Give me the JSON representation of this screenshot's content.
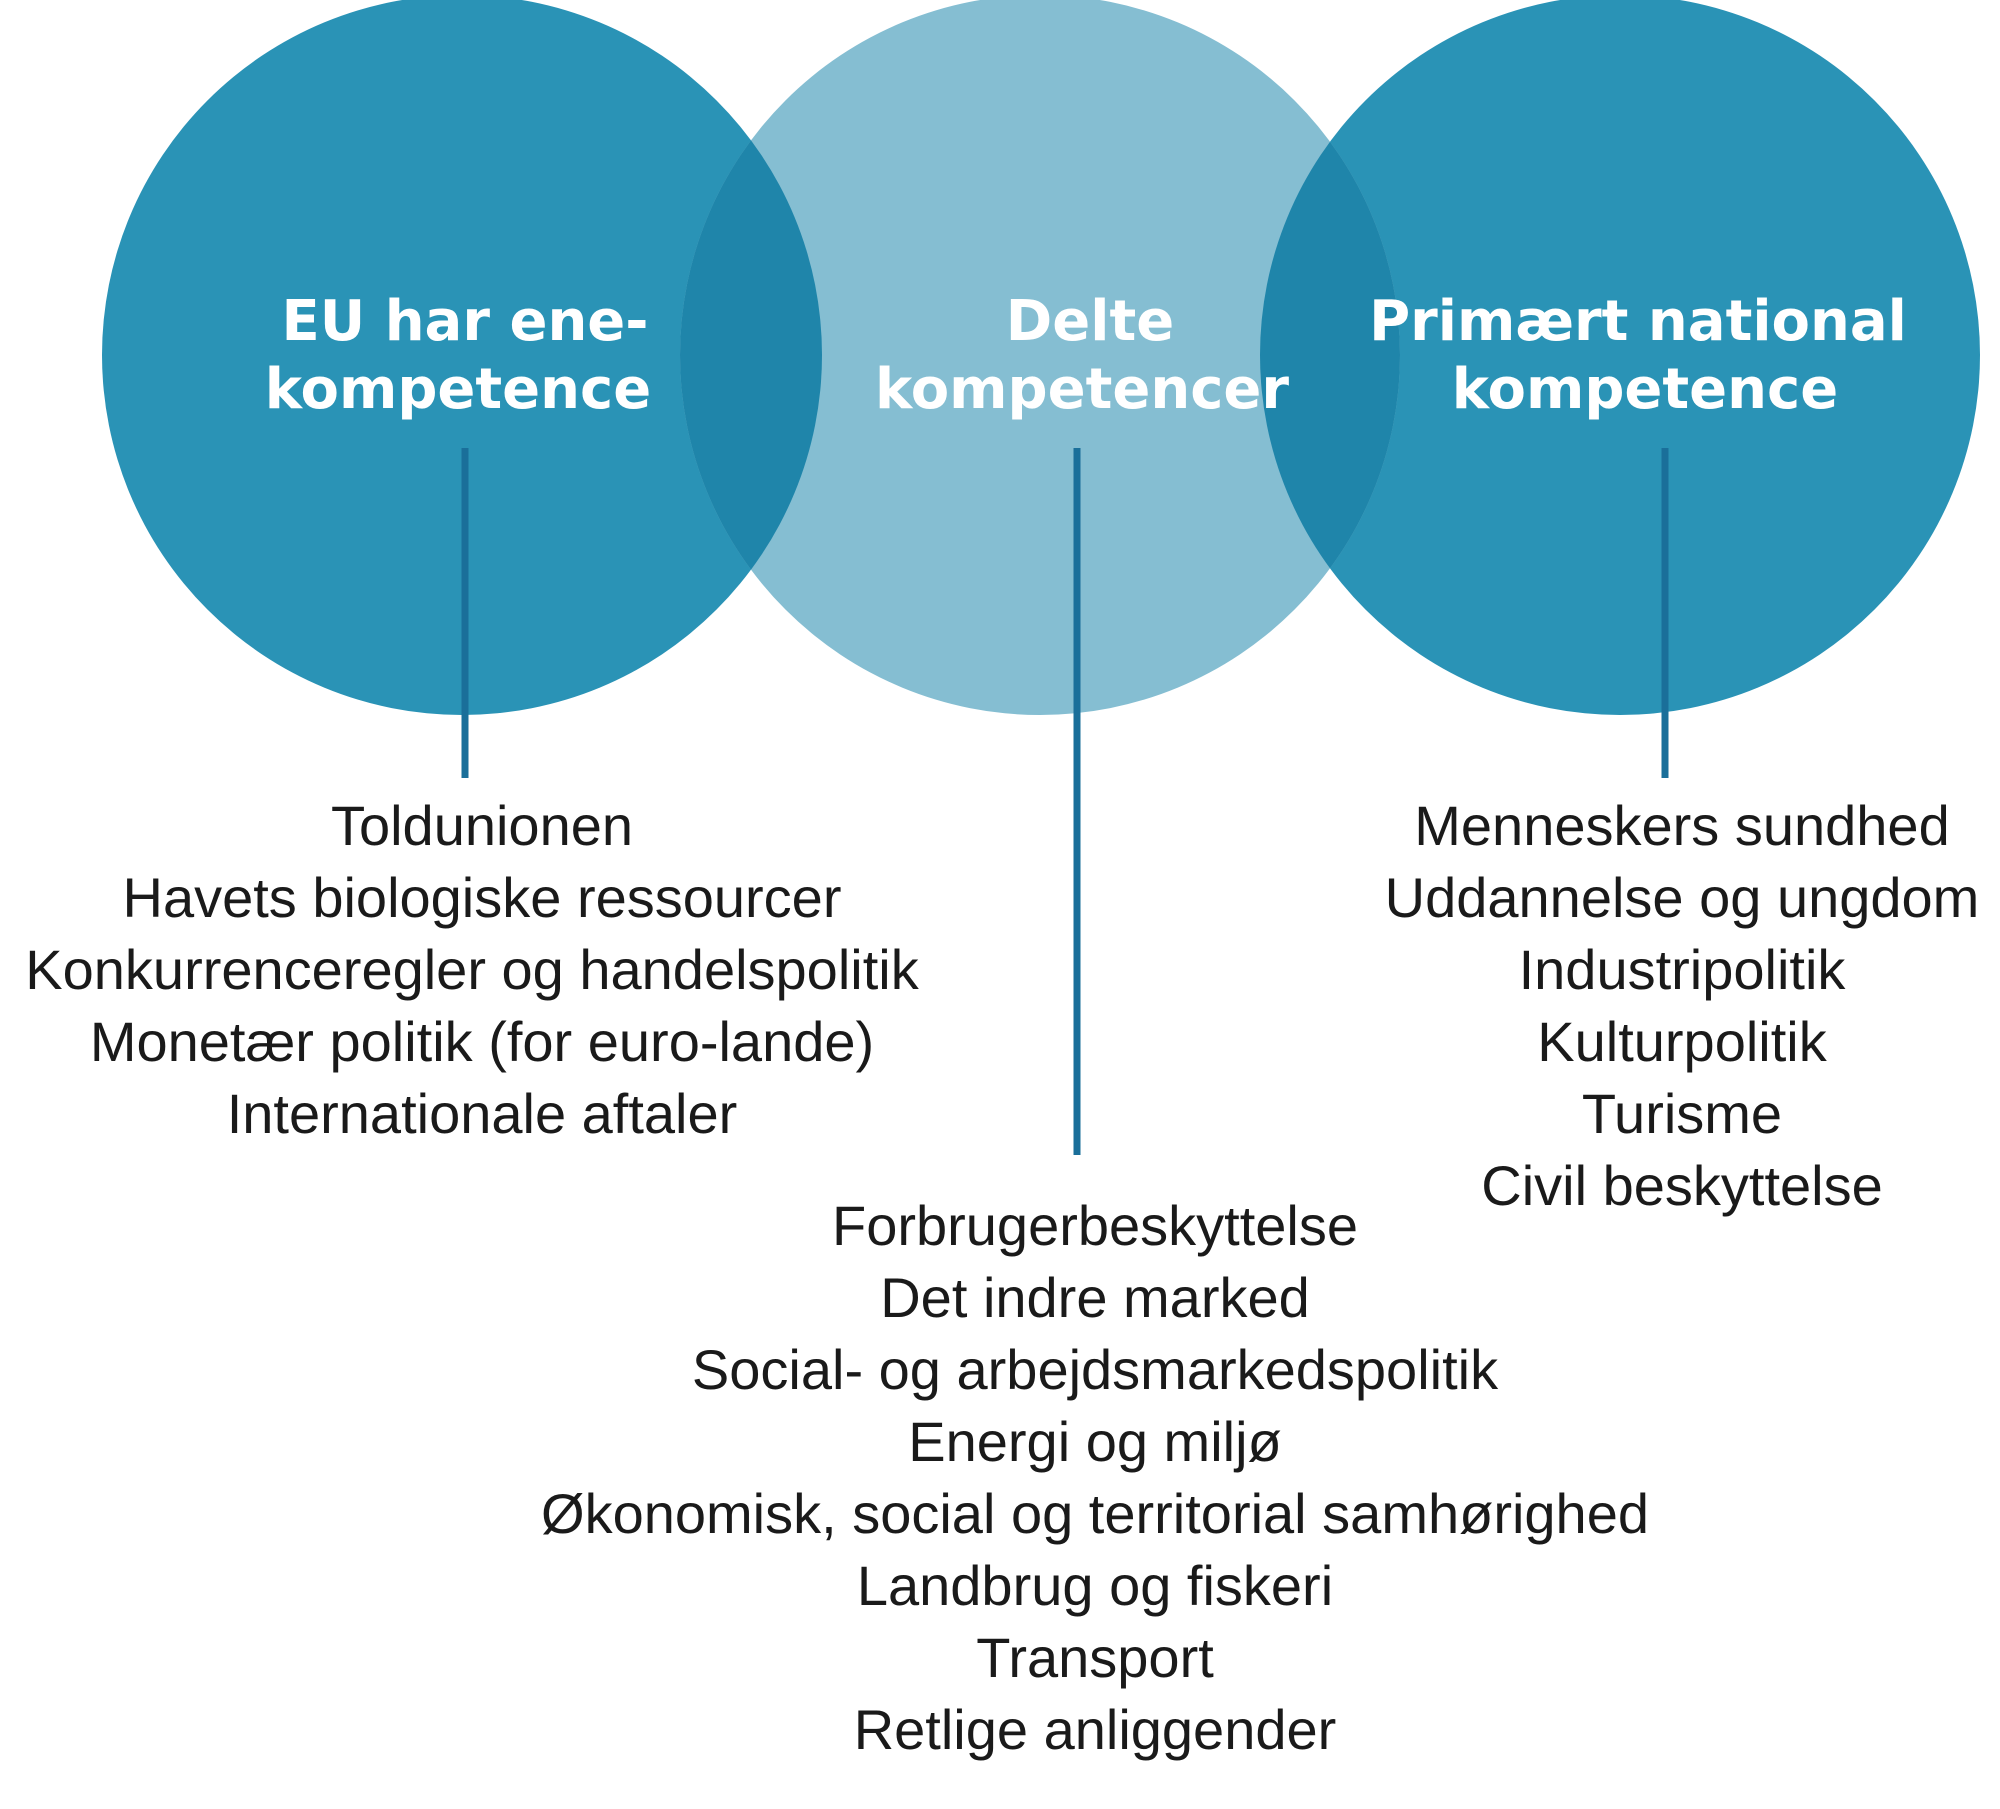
{
  "colors": {
    "outer_circle": "#2a93b6",
    "middle_circle": "#85bed2",
    "overlap": "#1f85aa",
    "connector": "#1a6f9a",
    "background": "#ffffff",
    "title_text": "#ffffff",
    "item_text": "#1a1a1a"
  },
  "groups": [
    {
      "id": "eu",
      "title_lines": [
        "EU har ene-",
        "kompetence"
      ],
      "items": [
        "Toldunionen",
        "Havets biologiske ressourcer",
        "Konkurrenceregler og handelspolitik",
        "Monetær politik (for euro-lande)",
        "Internationale aftaler"
      ]
    },
    {
      "id": "shared",
      "title_lines": [
        "Delte",
        "kompetencer"
      ],
      "items": [
        "Forbrugerbeskyttelse",
        "Det indre marked",
        "Social- og arbejdsmarkedspolitik",
        "Energi og miljø",
        "Økonomisk, social og territorial samhørighed",
        "Landbrug og fiskeri",
        "Transport",
        "Retlige anliggender"
      ]
    },
    {
      "id": "national",
      "title_lines": [
        "Primært national",
        "kompetence"
      ],
      "items": [
        "Menneskers sundhed",
        "Uddannelse og ungdom",
        "Industripolitik",
        "Kulturpolitik",
        "Turisme",
        "Civil beskyttelse"
      ]
    }
  ]
}
